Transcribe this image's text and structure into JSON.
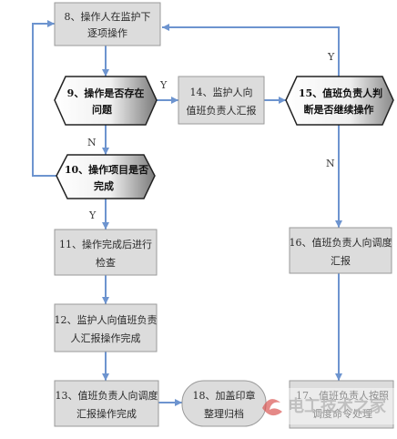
{
  "colors": {
    "box_fill": "#dcdcdc",
    "box_stroke": "#9a9a9a",
    "arrow": "#6d94cf",
    "decision_fill_light": "#ffffff",
    "decision_fill_dark": "#7a7a7a"
  },
  "nodes": {
    "n8": {
      "line1": "8、操作人在监护下",
      "line2": "逐项操作"
    },
    "n9": {
      "line1": "9、操作是否存在",
      "line2": "问题"
    },
    "n10": {
      "line1": "10、操作项目是否",
      "line2": "完成"
    },
    "n11": {
      "line1": "11、操作完成后进行",
      "line2": "检查"
    },
    "n12": {
      "line1": "12、监护人向值班负责",
      "line2": "人汇报操作完成"
    },
    "n13": {
      "line1": "13、值班负责人向调度",
      "line2": "汇报操作完成"
    },
    "n14": {
      "line1": "14、监护人向",
      "line2": "值班负责人汇报"
    },
    "n15": {
      "line1": "15、值班负责人判",
      "line2": "断是否继续操作"
    },
    "n16": {
      "line1": "16、值班负责人向调度",
      "line2": "汇报"
    },
    "n17": {
      "line1": "17、值班负责人按照",
      "line2": "调度命令处理"
    },
    "n18": {
      "line1": "18、加盖印章",
      "line2": "整理归档"
    }
  },
  "edge_labels": {
    "n9_yes": "Y",
    "n9_no": "N",
    "n10_yes": "Y",
    "n15_yes": "Y",
    "n15_no": "N"
  },
  "watermark": {
    "text": "电工技术之家"
  }
}
